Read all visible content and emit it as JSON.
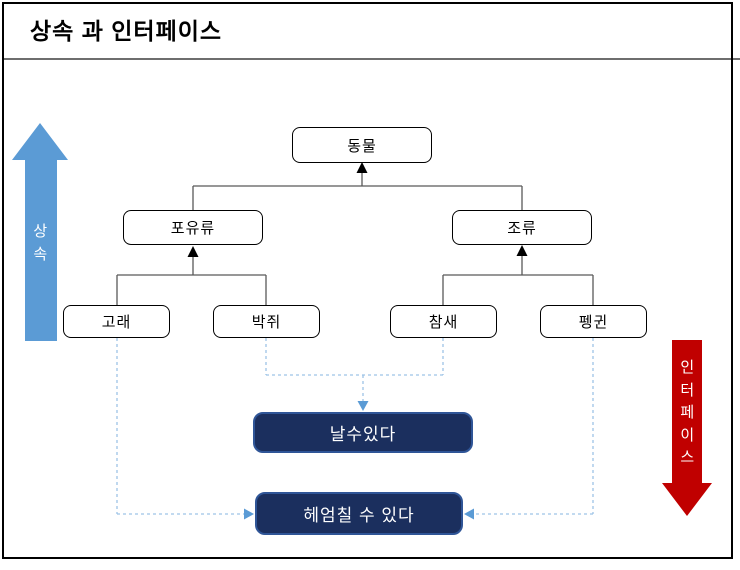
{
  "slide": {
    "title": "상속 과 인터페이스"
  },
  "legend": {
    "inheritance_label": "상속",
    "interface_label": "인터페이스"
  },
  "diagram": {
    "nodes": {
      "animal": "동물",
      "mammal": "포유류",
      "bird": "조류",
      "whale": "고래",
      "bat": "박쥐",
      "sparrow": "참새",
      "penguin": "펭귄"
    },
    "interfaces": {
      "fly": "날수있다",
      "swim": "헤엄칠 수 있다"
    },
    "inheritance_edges": [
      [
        "포유류",
        "동물"
      ],
      [
        "조류",
        "동물"
      ],
      [
        "고래",
        "포유류"
      ],
      [
        "박쥐",
        "포유류"
      ],
      [
        "참새",
        "조류"
      ],
      [
        "펭귄",
        "조류"
      ]
    ],
    "interface_edges": [
      [
        "박쥐",
        "날수있다"
      ],
      [
        "참새",
        "날수있다"
      ],
      [
        "고래",
        "헤엄칠 수 있다"
      ],
      [
        "펭귄",
        "헤엄칠 수 있다"
      ]
    ]
  },
  "colors": {
    "inheritance_arrow": "#5B9BD5",
    "interface_arrow": "#C00000",
    "interface_box_fill": "#1B2F5E",
    "interface_box_border": "#2F5597",
    "dashed_line": "#9DC3E6",
    "dashed_arrowhead": "#5B9BD5",
    "tree_line": "#595959",
    "node_border": "#000000"
  }
}
